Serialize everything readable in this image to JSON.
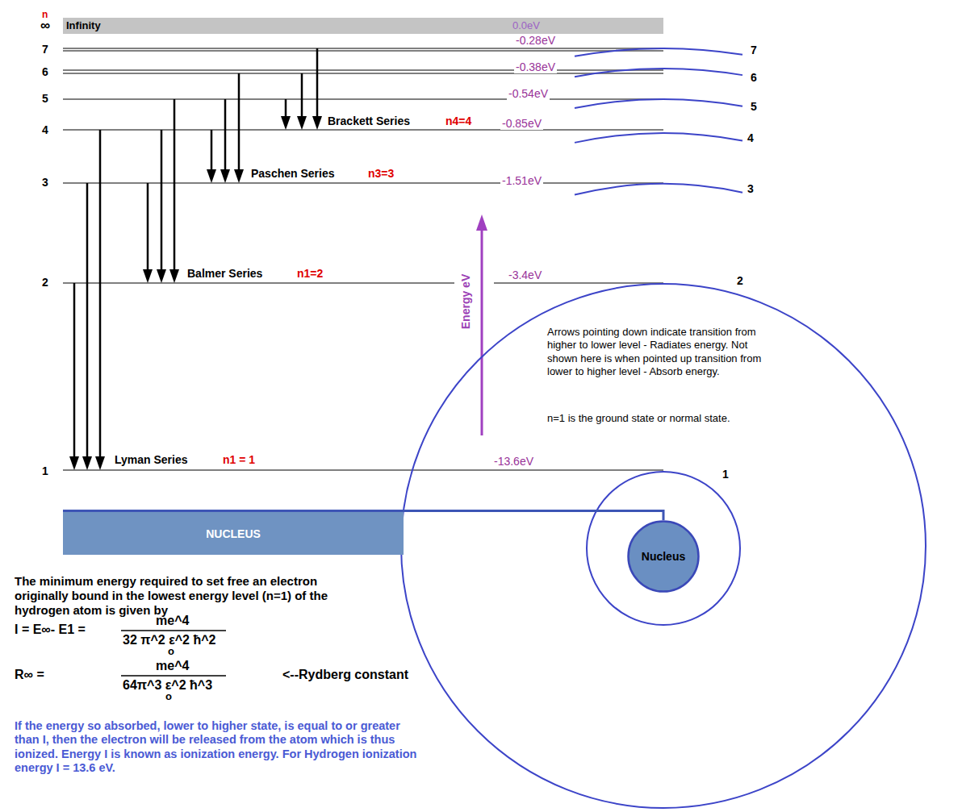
{
  "diagram": {
    "nodes": [
      {
        "text": [
          "Infinity",
          "0.0eV"
        ]
      },
      {
        "text": [
          "NUCLEUS"
        ]
      },
      {
        "text": [
          "Nucleus"
        ]
      }
    ],
    "edges": [
      {
        "from": 1,
        "to": 2,
        "arrow": "none"
      }
    ],
    "labels": [
      "n",
      "∞",
      "7",
      "6",
      "5",
      "4",
      "3",
      "2",
      "1",
      "-0.28eV",
      "-0.38eV",
      "-0.54eV",
      "-0.85eV",
      "-1.51eV",
      "-3.4eV",
      "-13.6eV",
      "Brackett Series",
      "n4=4",
      "Paschen Series",
      "n3=3",
      "Balmer Series",
      "n1=2",
      "Lyman Series",
      "n1 = 1",
      "Energy eV",
      "Arrows pointing down indicate transition from higher to lower level - Radiates energy. Not shown here is when pointed up transition from lower to higher level - Absorb energy.",
      "n=1 is the ground state or normal state.",
      "7",
      "6",
      "5",
      "4",
      "3",
      "2",
      "1",
      "The minimum energy required to set free an electron originally bound in the lowest energy level (n=1) of the hydrogen atom is given by",
      "I = E∞- E1 =",
      "me^4",
      "32 π^2 ε^2 ħ^2",
      "o",
      "R∞ =",
      "me^4",
      "64π^3 ε^2 ħ^3",
      "o",
      "<--Rydberg constant",
      "If the energy so absorbed, lower to higher state, is equal to or greater than I, then the electron will be released from the atom which is thus ionized. Energy I is known as ionization energy. For Hydrogen ionization energy I = 13.6 eV."
    ]
  }
}
